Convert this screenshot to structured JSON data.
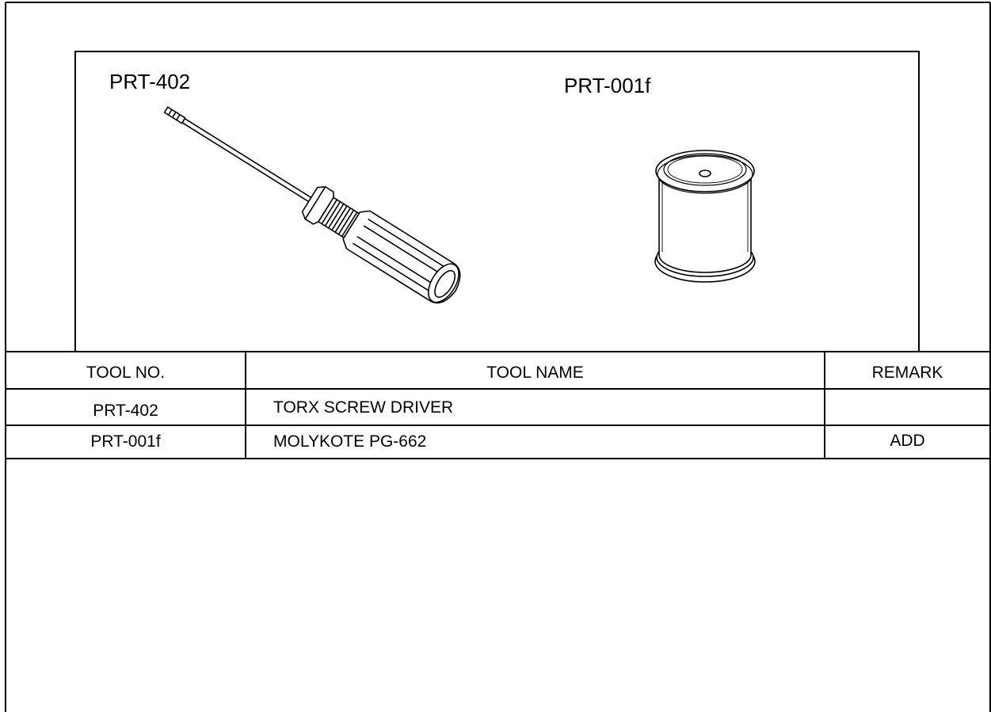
{
  "figure": {
    "callouts": [
      {
        "id": "screwdriver",
        "label": "PRT-402"
      },
      {
        "id": "grease-can",
        "label": "PRT-001f"
      }
    ]
  },
  "table": {
    "headers": {
      "tool_no": "TOOL NO.",
      "tool_name": "TOOL NAME",
      "remark": "REMARK"
    },
    "rows": [
      {
        "tool_no": "PRT-402",
        "tool_name": "TORX SCREW DRIVER",
        "remark": ""
      },
      {
        "tool_no": "PRT-001f",
        "tool_name": "MOLYKOTE PG-662",
        "remark": "ADD"
      }
    ]
  }
}
